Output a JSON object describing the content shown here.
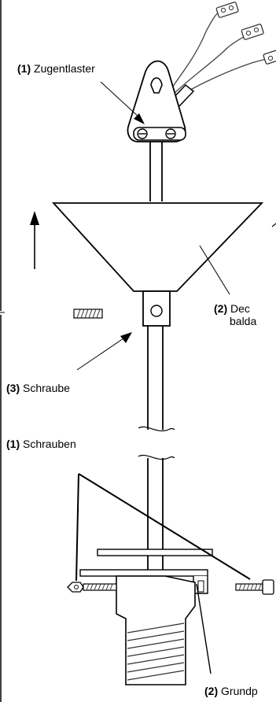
{
  "labels": {
    "strain_relief": {
      "num": "(1)",
      "text": "Zugentlaster"
    },
    "canopy": {
      "num": "(2)",
      "text": "Dec",
      "line2": "balda"
    },
    "screw": {
      "num": "(3)",
      "text": "Schraube"
    },
    "screws": {
      "num": "(1)",
      "text": "Schrauben"
    },
    "base_plate": {
      "num": "(2)",
      "text": "Grundp"
    }
  },
  "colors": {
    "line": "#000000",
    "hatch": "#333333",
    "background": "#ffffff"
  }
}
